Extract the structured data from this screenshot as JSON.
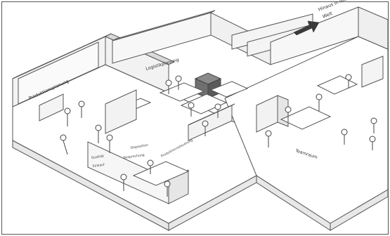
{
  "figure": {
    "arrow_label_line1": "Hinaus in die",
    "arrow_label_line2": "Welt",
    "labels": {
      "production_planning": "Produktionsplanung",
      "logistics_planning": "Logistikplanung",
      "team_room": "Teamraum",
      "disposition": "Disposition",
      "production_control": "Produktionssteuerung",
      "quality": "Qualität",
      "purchasing": "Einkauf",
      "meeting_room": "Besprechung"
    }
  },
  "colors": {
    "wall_top": "#d9d9d9",
    "wall_face": "#f4f4f4",
    "floor": "#ffffff",
    "line": "#555555",
    "box": "#6f6f6f",
    "arrow": "#3a3a3a"
  }
}
